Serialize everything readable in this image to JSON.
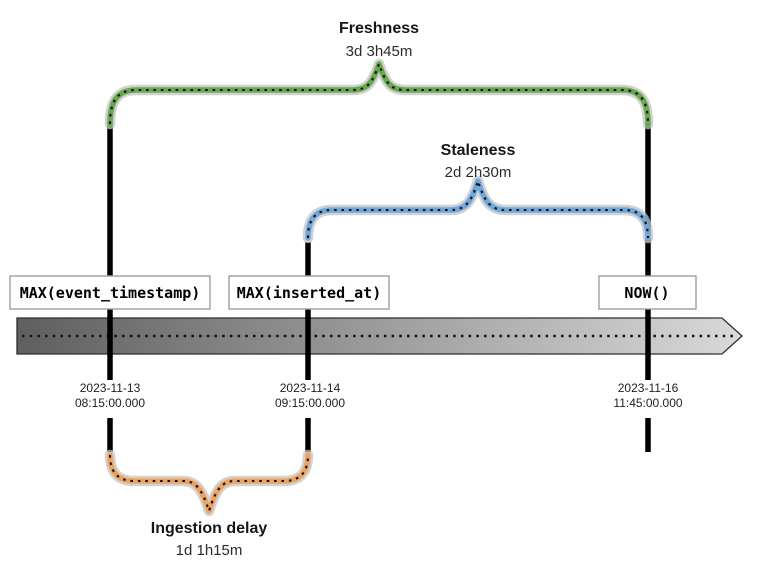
{
  "annotations": {
    "freshness": {
      "title": "Freshness",
      "duration": "3d 3h45m"
    },
    "staleness": {
      "title": "Staleness",
      "duration": "2d 2h30m"
    },
    "ingestion_delay": {
      "title": "Ingestion delay",
      "duration": "1d 1h15m"
    }
  },
  "markers": [
    {
      "label": "MAX(event_timestamp)",
      "date": "2023-11-13",
      "time": "08:15:00.000"
    },
    {
      "label": "MAX(inserted_at)",
      "date": "2023-11-14",
      "time": "09:15:00.000"
    },
    {
      "label": "NOW()",
      "date": "2023-11-16",
      "time": "11:45:00.000"
    }
  ],
  "colors": {
    "freshness_brace": "#6aa84f",
    "staleness_brace": "#6fa8dc",
    "ingestion_brace": "#eda462",
    "timeline_dark": "#5f5f5f",
    "timeline_light": "#d9d9d9"
  }
}
